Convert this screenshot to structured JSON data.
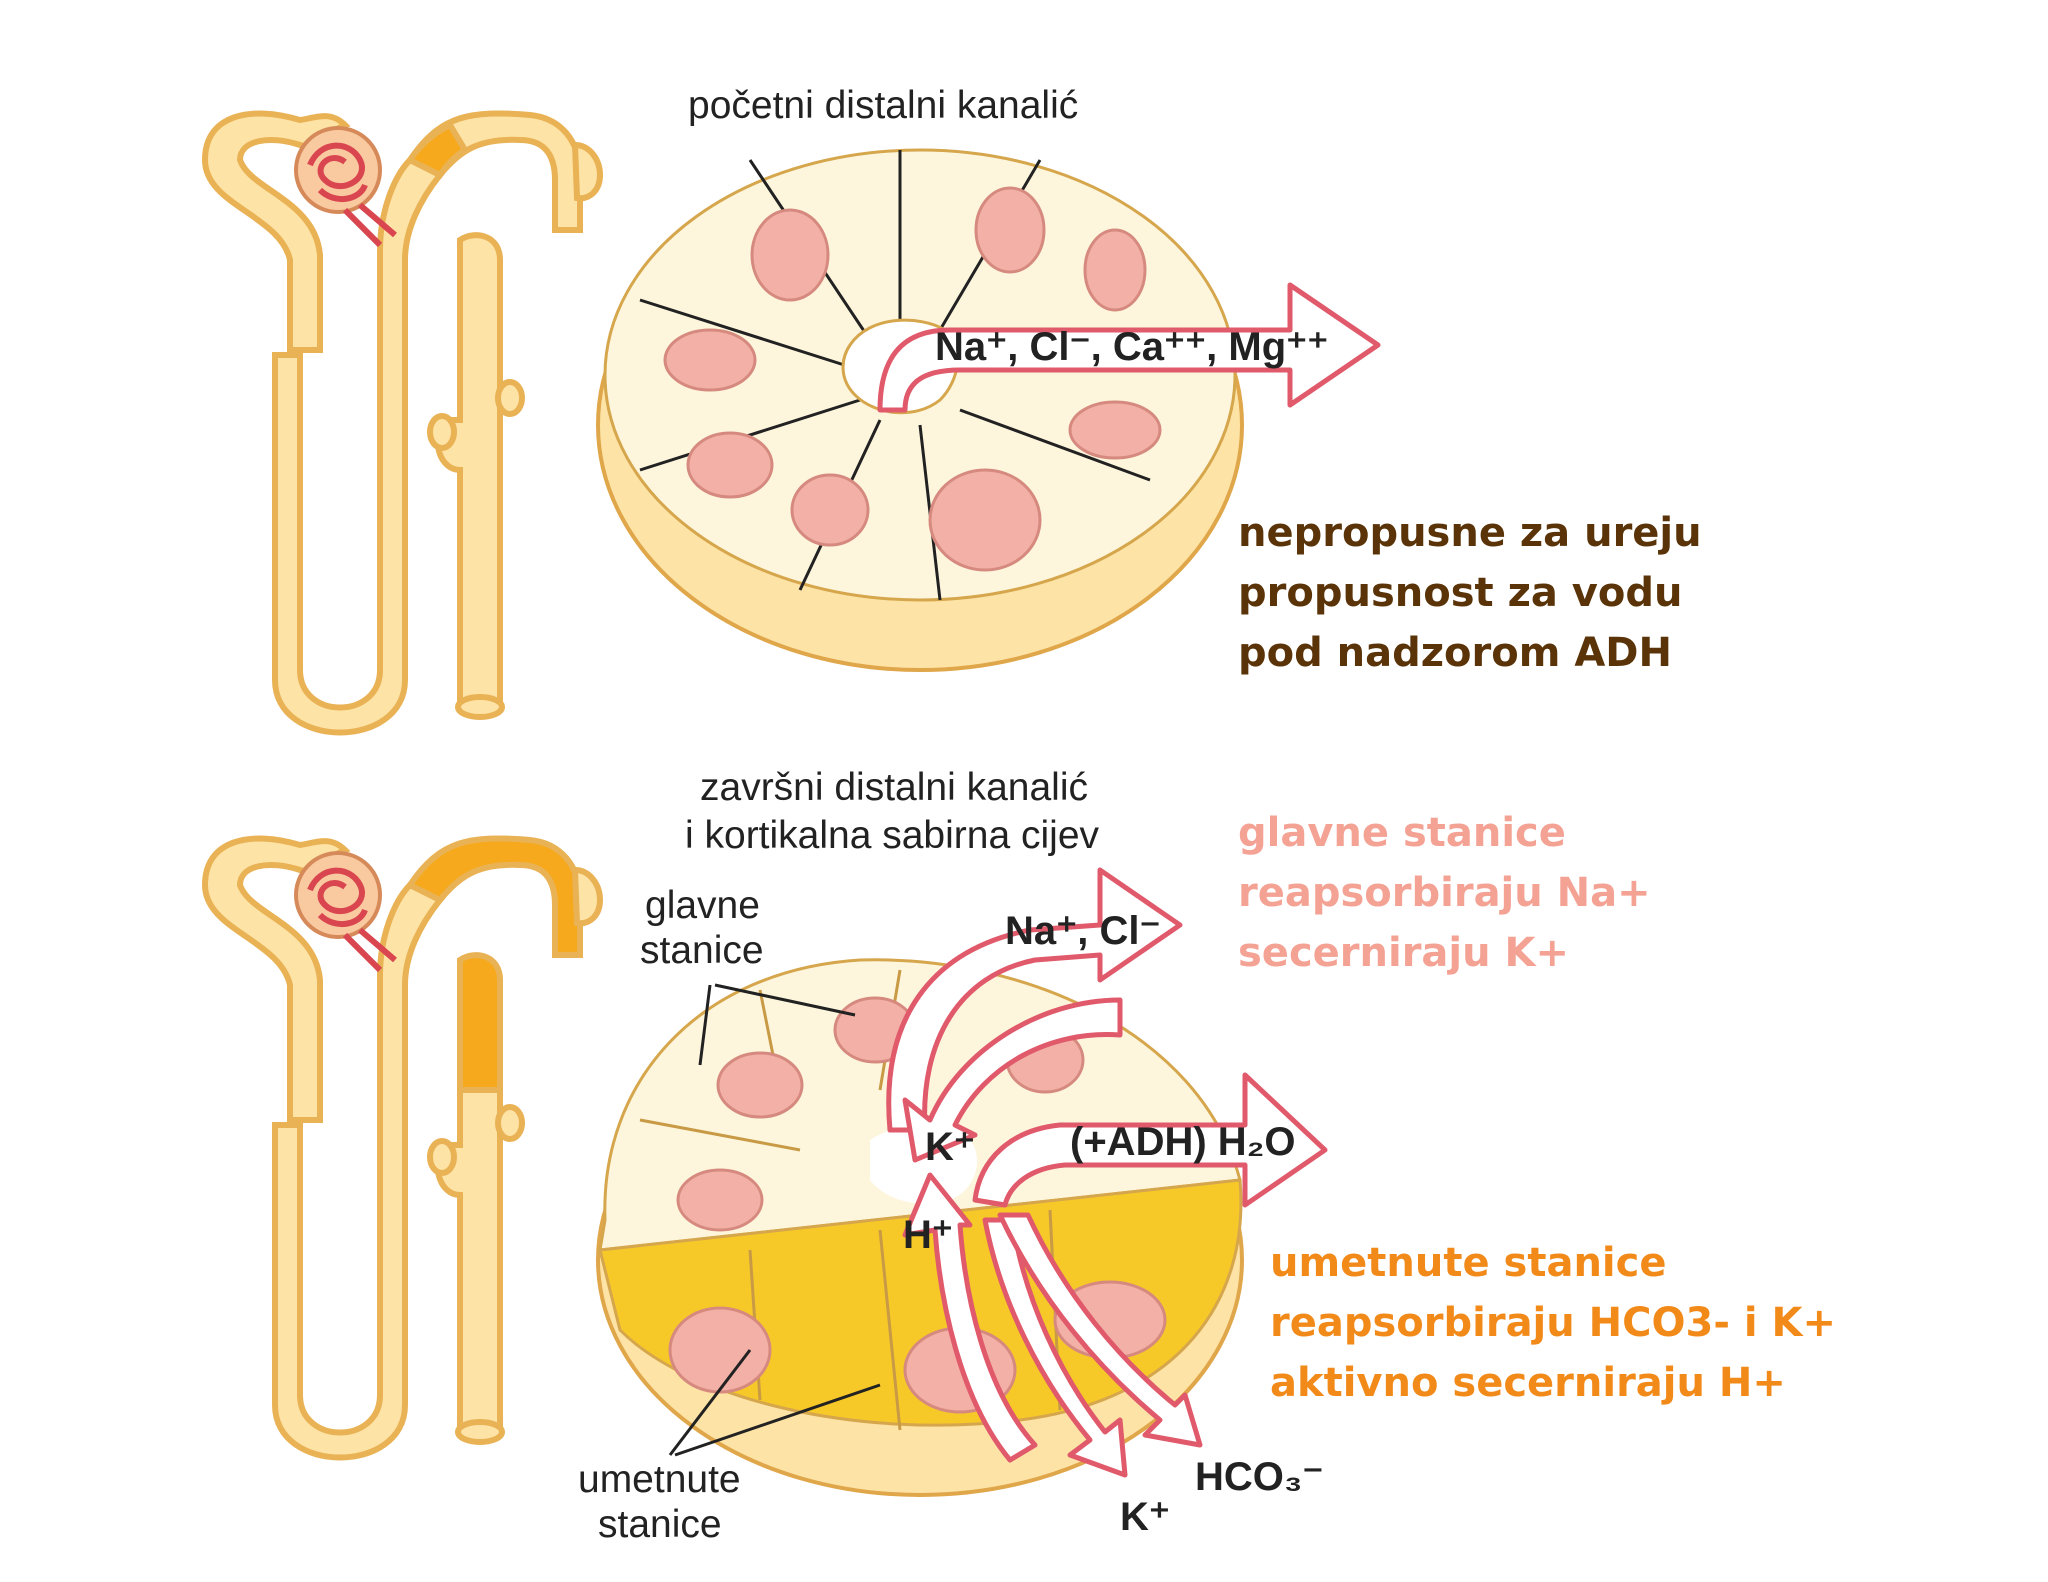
{
  "top": {
    "title": "početni distalni kanalić",
    "ions_label": "Na⁺, Cl⁻, Ca⁺⁺, Mg⁺⁺",
    "notes": [
      "nepropusne za ureju",
      "propusnost za vodu",
      "pod nadzorom ADH"
    ]
  },
  "bottom": {
    "title_line1": "završni distalni kanalić",
    "title_line2": "i kortikalna sabirna cijev",
    "principal_cells_line1": "glavne",
    "principal_cells_line2": "stanice",
    "intercalated_cells_line1": "umetnute",
    "intercalated_cells_line2": "stanice",
    "ion_na_cl": "Na⁺, Cl⁻",
    "ion_k_in": "K⁺",
    "ion_h": "H⁺",
    "water_label": "(+ADH) H₂O",
    "ion_hco3": "HCO₃⁻",
    "ion_k_out": "K⁺",
    "principal_notes": [
      "glavne stanice",
      "reapsorbiraju Na+",
      "secerniraju K+"
    ],
    "intercalated_notes": [
      "umetnute stanice",
      "reapsorbiraju HCO3- i K+",
      "aktivno secerniraju H+"
    ]
  },
  "colors": {
    "tubule_fill": "#fde3a6",
    "tubule_highlight": "#f6a91c",
    "nucleus": "#f2b0a6",
    "intercalated_cell": "#f7c928",
    "arrow_outline": "#e05a6b",
    "glomerulus": "#d9464f",
    "note_brown": "#5a3408",
    "note_pink": "#f4a294",
    "note_orange": "#f28a1a"
  }
}
